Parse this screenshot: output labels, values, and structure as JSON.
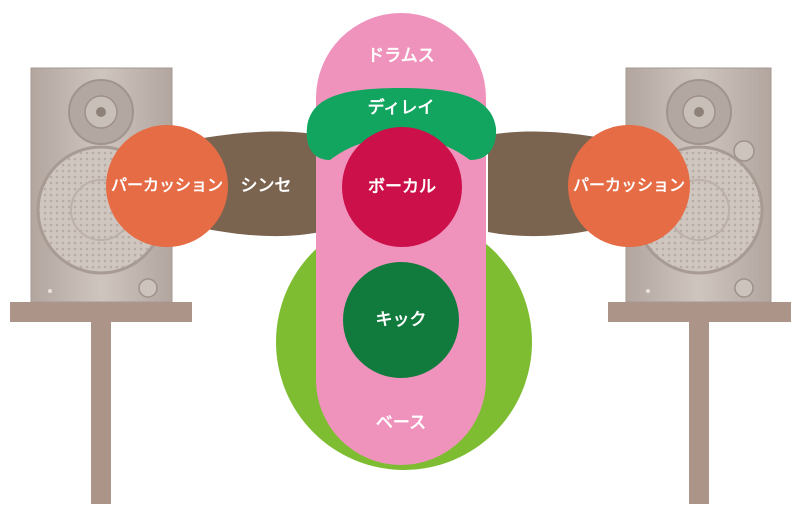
{
  "labels": {
    "drums": "ドラムス",
    "delay": "ディレイ",
    "vocal": "ボーカル",
    "kick": "キック",
    "bass": "ベース",
    "synth": "シンセ",
    "percussion_left": "パーカッション",
    "percussion_right": "パーカッション"
  },
  "colors": {
    "drums": "#ef93bd",
    "delay": "#12a560",
    "vocal": "#cc1049",
    "kick": "#117b3e",
    "bass": "#7ebd31",
    "synth": "#7a6450",
    "percussion": "#e66c45",
    "speaker_body": "#c2b7b0",
    "stand": "#ad9488"
  },
  "icons": {
    "left_speaker": "speaker-icon",
    "right_speaker": "speaker-icon"
  }
}
